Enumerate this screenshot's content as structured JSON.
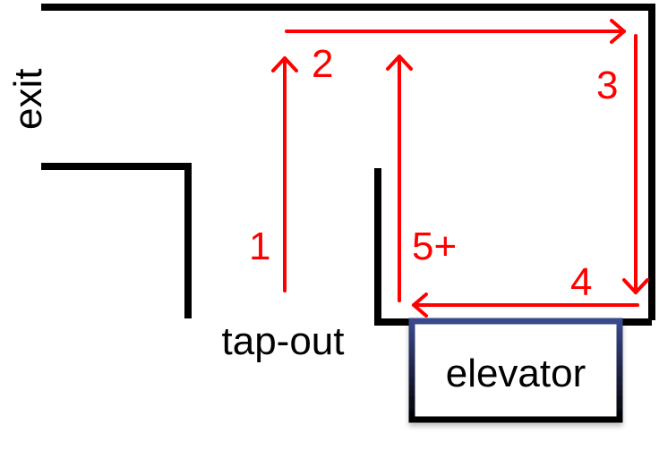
{
  "colors": {
    "walls": "#000000",
    "route": "#ff0000",
    "elevator_border_top": "#3a4a8c",
    "elevator_border_bottom": "#000000"
  },
  "labels": {
    "exit": "exit",
    "tap_out": "tap-out",
    "elevator": "elevator"
  },
  "route_steps": [
    "1",
    "2",
    "3",
    "4",
    "5+"
  ]
}
